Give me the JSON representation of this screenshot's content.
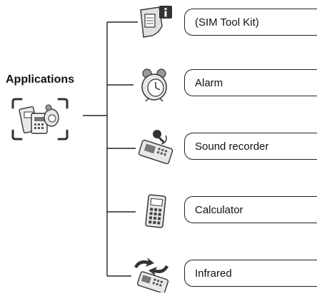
{
  "root": {
    "title": "Applications",
    "icon": "applications-icon"
  },
  "items": [
    {
      "label": "(SIM Tool Kit)",
      "icon": "sim-toolkit-icon"
    },
    {
      "label": "Alarm",
      "icon": "alarm-clock-icon"
    },
    {
      "label": "Sound recorder",
      "icon": "sound-recorder-icon"
    },
    {
      "label": "Calculator",
      "icon": "calculator-icon"
    },
    {
      "label": "Infrared",
      "icon": "infrared-icon"
    }
  ],
  "colors": {
    "line": "#222222",
    "icon_dark": "#333333",
    "icon_light": "#e8e8e8"
  }
}
